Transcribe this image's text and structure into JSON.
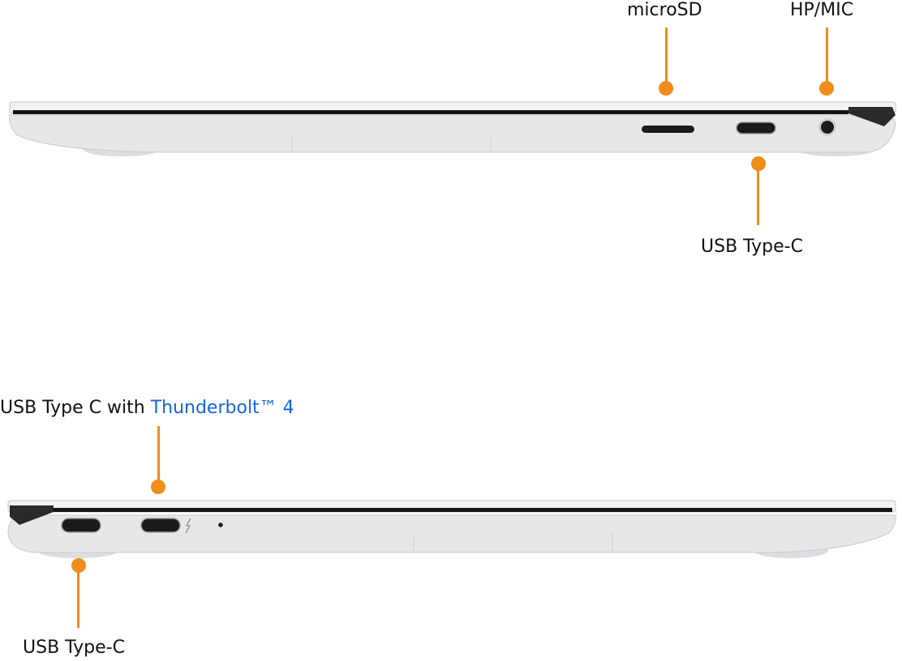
{
  "callouts": {
    "microsd": "microSD",
    "hp_mic": "HP/MIC",
    "usb_c_right": "USB Type-C",
    "usb_c_tb_prefix": "USB Type C with ",
    "usb_c_tb_highlight": "Thunderbolt™ 4",
    "usb_c_left": "USB Type-C"
  },
  "colors": {
    "leader": "#f08c1a",
    "thunderbolt_text": "#1565d8",
    "text": "#111111",
    "chassis": "#e3e4e6"
  }
}
